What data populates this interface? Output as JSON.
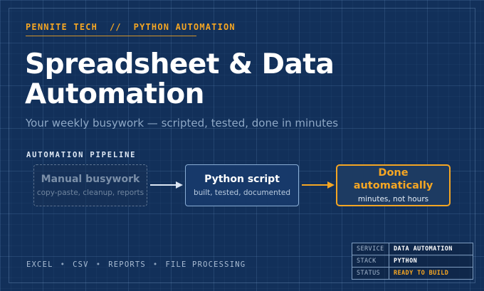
{
  "header": {
    "eyebrow": "PENNITE TECH  //  PYTHON AUTOMATION",
    "title": "Spreadsheet & Data Automation",
    "subtitle": "Your weekly busywork — scripted, tested, done in minutes"
  },
  "pipeline": {
    "label": "AUTOMATION PIPELINE",
    "steps": [
      {
        "title": "Manual busywork",
        "subtitle": "copy-paste, cleanup, reports"
      },
      {
        "title": "Python script",
        "subtitle": "built, tested, documented"
      },
      {
        "title": "Done automatically",
        "subtitle": "minutes, not hours"
      }
    ]
  },
  "tags": [
    "EXCEL",
    "CSV",
    "REPORTS",
    "FILE PROCESSING"
  ],
  "tag_separator": "•",
  "info_table": [
    {
      "key": "SERVICE",
      "value": "DATA AUTOMATION"
    },
    {
      "key": "STACK",
      "value": "PYTHON"
    },
    {
      "key": "STATUS",
      "value": "READY TO BUILD"
    }
  ],
  "colors": {
    "background": "#12305a",
    "accent": "#f5a623",
    "text": "#ffffff",
    "muted": "#8ea8c6"
  }
}
